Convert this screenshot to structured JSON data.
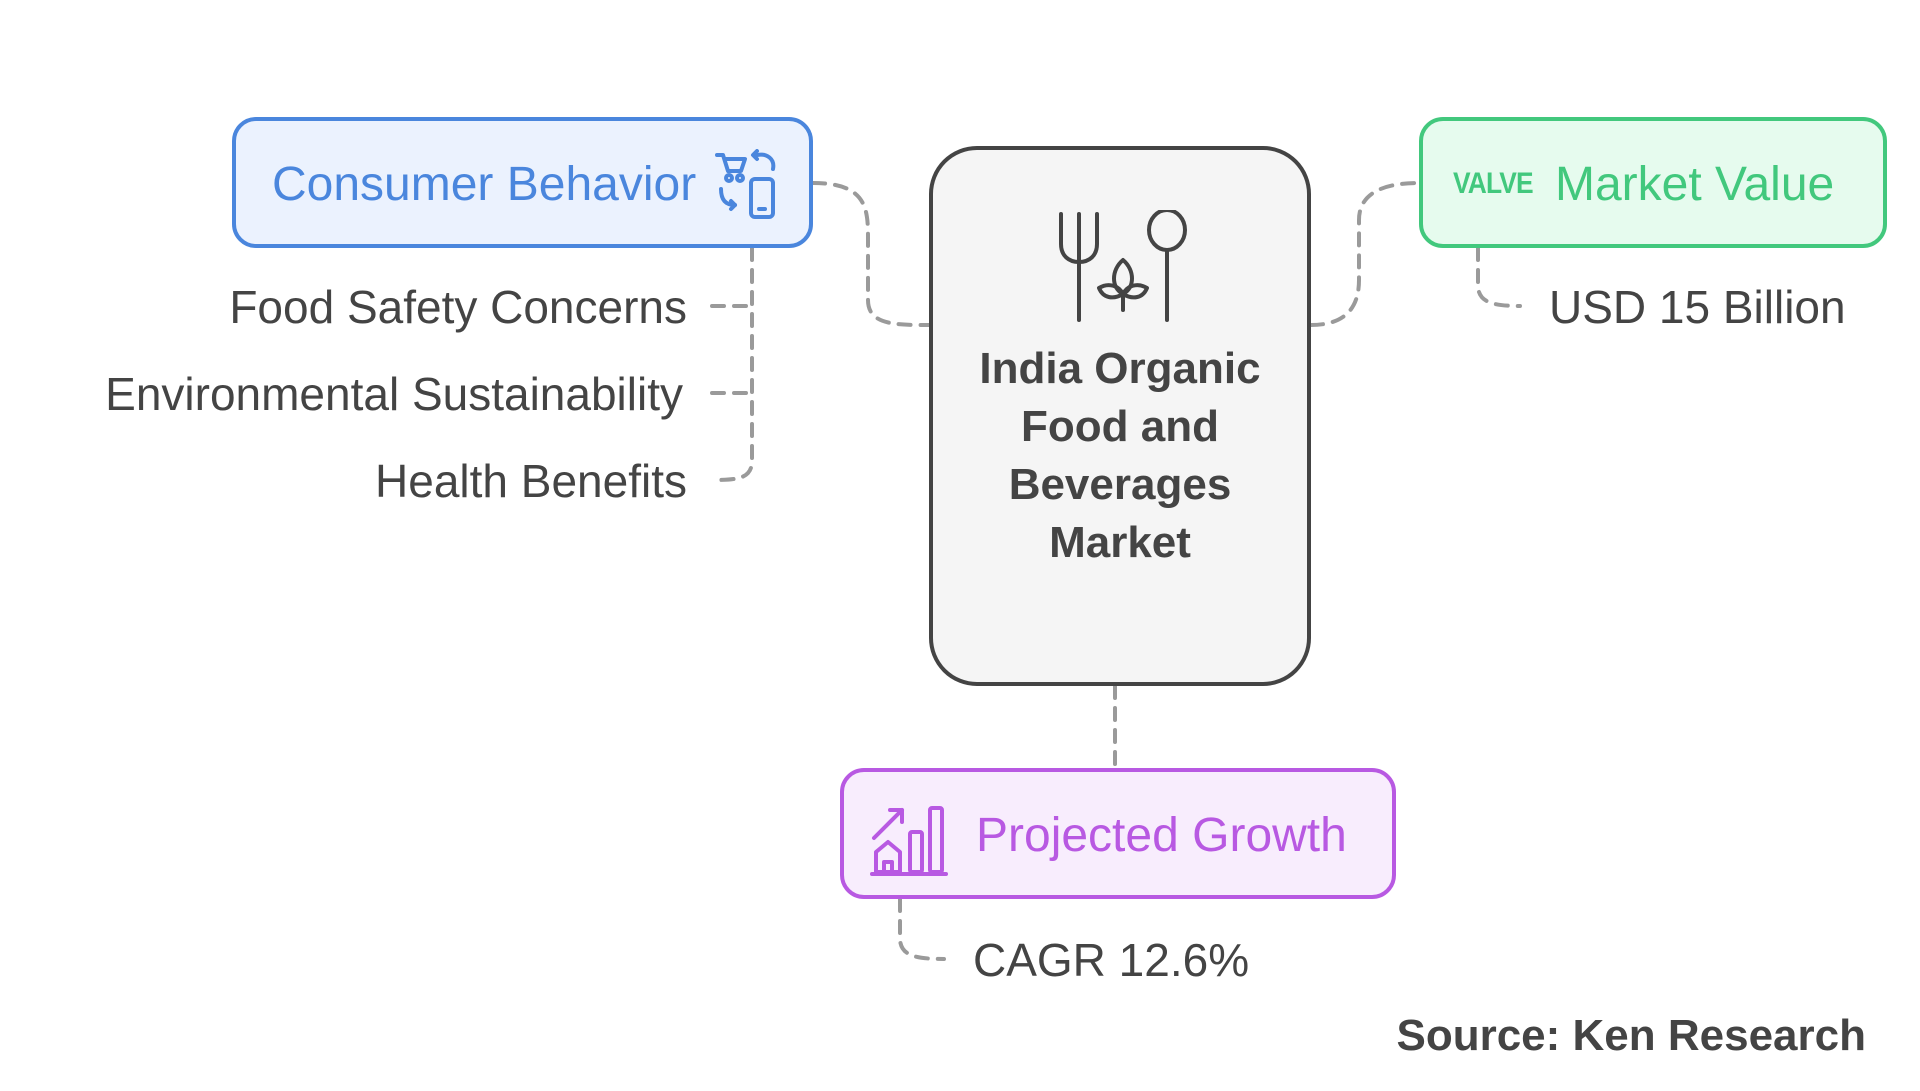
{
  "central": {
    "title": "India Organic Food and Beverages Market",
    "icon": "fork-leaf-spoon-icon"
  },
  "branches": {
    "consumer_behavior": {
      "label": "Consumer Behavior",
      "icon": "shopping-cart-phone-cycle-icon",
      "color": "#4a86dd",
      "fill": "#ebf2fe",
      "items": [
        "Food Safety Concerns",
        "Environmental Sustainability",
        "Health Benefits"
      ]
    },
    "market_value": {
      "label": "Market Value",
      "icon_text": "VALVE",
      "color": "#42c87d",
      "fill": "#e6fbee",
      "items": [
        "USD 15 Billion"
      ]
    },
    "projected_growth": {
      "label": "Projected Growth",
      "icon": "growth-chart-house-icon",
      "color": "#b859e2",
      "fill": "#f8edfd",
      "items": [
        "CAGR 12.6%"
      ]
    }
  },
  "source": "Source: Ken Research"
}
